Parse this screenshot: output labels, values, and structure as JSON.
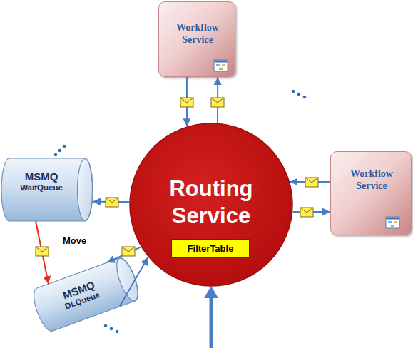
{
  "diagram": {
    "nodes": [
      {
        "text": [
          "Workflow Service"
        ]
      },
      {
        "text": [
          "Routing Service"
        ]
      },
      {
        "text": [
          "FilterTable"
        ],
        "in": 1
      },
      {
        "text": [
          "Workflow Service"
        ]
      },
      {
        "text": [
          "MSMQ",
          "WaitQueue"
        ]
      },
      {
        "text": [
          "MSMQ",
          "DLQueue"
        ]
      }
    ],
    "edges": [
      {
        "from": 0,
        "to": 1,
        "arrow": "to"
      },
      {
        "from": 1,
        "to": 0,
        "arrow": "to"
      },
      {
        "from": 3,
        "to": 1,
        "arrow": "to"
      },
      {
        "from": 1,
        "to": 3,
        "arrow": "to"
      },
      {
        "from": 1,
        "to": 4,
        "arrow": "to"
      },
      {
        "from": 4,
        "to": 5,
        "label": "Move",
        "arrow": "to"
      },
      {
        "from": 1,
        "to": 5,
        "arrow": "to"
      },
      {
        "from": 5,
        "to": 1,
        "arrow": "to"
      }
    ]
  }
}
